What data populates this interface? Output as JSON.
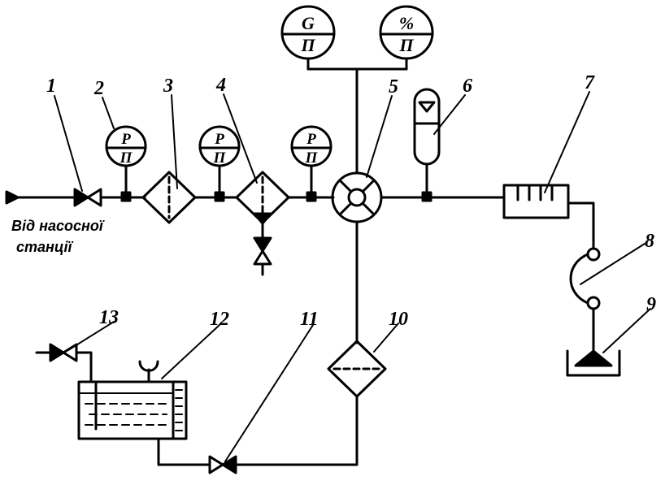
{
  "labels": {
    "n1": "1",
    "n2": "2",
    "n3": "3",
    "n4": "4",
    "n5": "5",
    "n6": "6",
    "n7": "7",
    "n8": "8",
    "n9": "9",
    "n10": "10",
    "n11": "11",
    "n12": "12",
    "n13": "13"
  },
  "gauges": {
    "p1_top": "P",
    "p1_bottom": "П",
    "p2_top": "P",
    "p2_bottom": "П",
    "p3_top": "P",
    "p3_bottom": "П",
    "g_top": "G",
    "g_bottom": "П",
    "pct_top": "%",
    "pct_bottom": "П"
  },
  "caption": {
    "line1": "Від насосної",
    "line2": "станції"
  }
}
